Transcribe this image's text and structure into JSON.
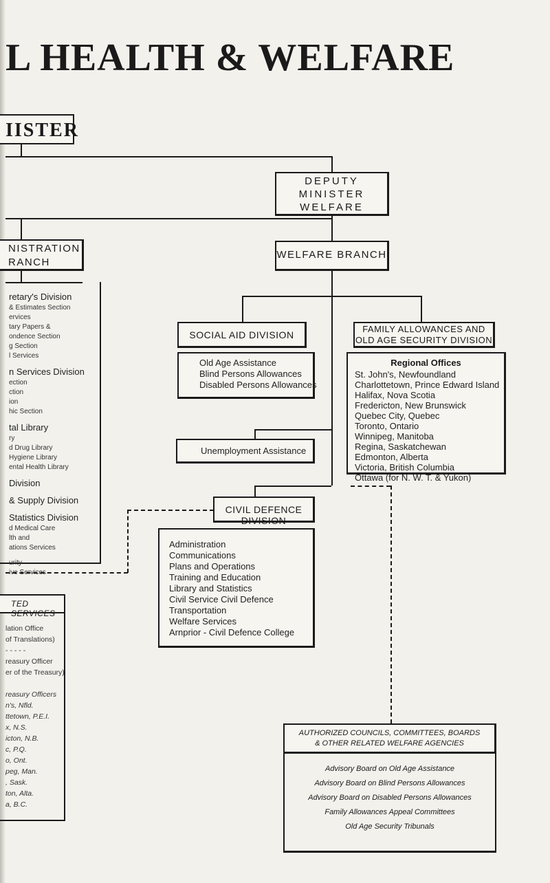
{
  "header": {
    "title": "L HEALTH & WELFARE",
    "minister_label": "IISTER"
  },
  "deputy_minister": [
    "DEPUTY",
    "MINISTER",
    "WELFARE"
  ],
  "admin_branch": {
    "heading": [
      "NISTRATION",
      "RANCH"
    ],
    "items": [
      {
        "text": "retary's Division",
        "style": "big"
      },
      {
        "text": "& Estimates Section",
        "style": "small"
      },
      {
        "text": "ervices",
        "style": "small"
      },
      {
        "text": "tary Papers &",
        "style": "small"
      },
      {
        "text": "ondence Section",
        "style": "small"
      },
      {
        "text": "g Section",
        "style": "small"
      },
      {
        "text": "l Services",
        "style": "small"
      },
      {
        "text": "",
        "style": "gap"
      },
      {
        "text": "n Services Division",
        "style": "big"
      },
      {
        "text": "ection",
        "style": "small"
      },
      {
        "text": "ction",
        "style": "small"
      },
      {
        "text": "ion",
        "style": "small"
      },
      {
        "text": "hic Section",
        "style": "small"
      },
      {
        "text": "",
        "style": "gap"
      },
      {
        "text": "tal Library",
        "style": "big"
      },
      {
        "text": "ry",
        "style": "small"
      },
      {
        "text": "d Drug Library",
        "style": "small"
      },
      {
        "text": "Hygiene Library",
        "style": "small"
      },
      {
        "text": "ental Health Library",
        "style": "small"
      },
      {
        "text": "",
        "style": "gap"
      },
      {
        "text": "Division",
        "style": "big"
      },
      {
        "text": "",
        "style": "gap"
      },
      {
        "text": "& Supply Division",
        "style": "big"
      },
      {
        "text": "",
        "style": "gap"
      },
      {
        "text": "Statistics Division",
        "style": "big"
      },
      {
        "text": "d Medical Care",
        "style": "small"
      },
      {
        "text": "lth and",
        "style": "small"
      },
      {
        "text": "ations Services",
        "style": "small"
      },
      {
        "text": "",
        "style": "gap"
      },
      {
        "text": "urity",
        "style": "small"
      },
      {
        "text": "ive Services",
        "style": "small"
      }
    ]
  },
  "attached_services": {
    "heading": "TED SERVICES",
    "items": [
      {
        "text": "lation Office"
      },
      {
        "text": "of Translations)"
      },
      {
        "text": "- - - - -"
      },
      {
        "text": "reasury Officer"
      },
      {
        "text": "er of the Treasury)"
      },
      {
        "text": ""
      },
      {
        "text": "reasury Officers",
        "italic": true
      },
      {
        "text": "n's, Nfld.",
        "italic": true
      },
      {
        "text": "ttetown, P.E.I.",
        "italic": true
      },
      {
        "text": "x, N.S.",
        "italic": true
      },
      {
        "text": "icton, N.B.",
        "italic": true
      },
      {
        "text": "c, P.Q.",
        "italic": true
      },
      {
        "text": "o, Ont.",
        "italic": true
      },
      {
        "text": "peg, Man.",
        "italic": true
      },
      {
        "text": ", Sask.",
        "italic": true
      },
      {
        "text": "ton, Alta.",
        "italic": true
      },
      {
        "text": "a, B.C.",
        "italic": true
      }
    ]
  },
  "welfare_branch": "WELFARE BRANCH",
  "social_aid": {
    "heading": "SOCIAL AID DIVISION",
    "items": [
      "Old Age Assistance",
      "Blind Persons Allowances",
      "Disabled Persons Allowances"
    ]
  },
  "unemployment": "Unemployment Assistance",
  "family_allowances": {
    "heading": [
      "FAMILY ALLOWANCES AND",
      "OLD AGE SECURITY DIVISION"
    ],
    "regional_heading": "Regional Offices",
    "offices": [
      "St. John's, Newfoundland",
      "Charlottetown, Prince Edward Island",
      "Halifax, Nova Scotia",
      "Fredericton, New Brunswick",
      "Quebec City, Quebec",
      "Toronto, Ontario",
      "Winnipeg, Manitoba",
      "Regina, Saskatchewan",
      "Edmonton, Alberta",
      "Victoria, British Columbia",
      "Ottawa (for N. W. T. & Yukon)"
    ]
  },
  "civil_defence": {
    "heading": "CIVIL DEFENCE DIVISION",
    "items": [
      "Administration",
      "Communications",
      "Plans and Operations",
      "Training and Education",
      "Library and Statistics",
      "Civil Service Civil Defence",
      "Transportation",
      "Welfare Services",
      "Arnprior - Civil Defence College"
    ]
  },
  "councils": {
    "heading": [
      "AUTHORIZED COUNCILS, COMMITTEES, BOARDS",
      "& OTHER RELATED WELFARE AGENCIES"
    ],
    "items": [
      "Advisory Board on Old Age Assistance",
      "Advisory Board on Blind Persons Allowances",
      "Advisory Board on Disabled Persons Allowances",
      "Family Allowances Appeal Committees",
      "Old Age Security Tribunals"
    ]
  }
}
